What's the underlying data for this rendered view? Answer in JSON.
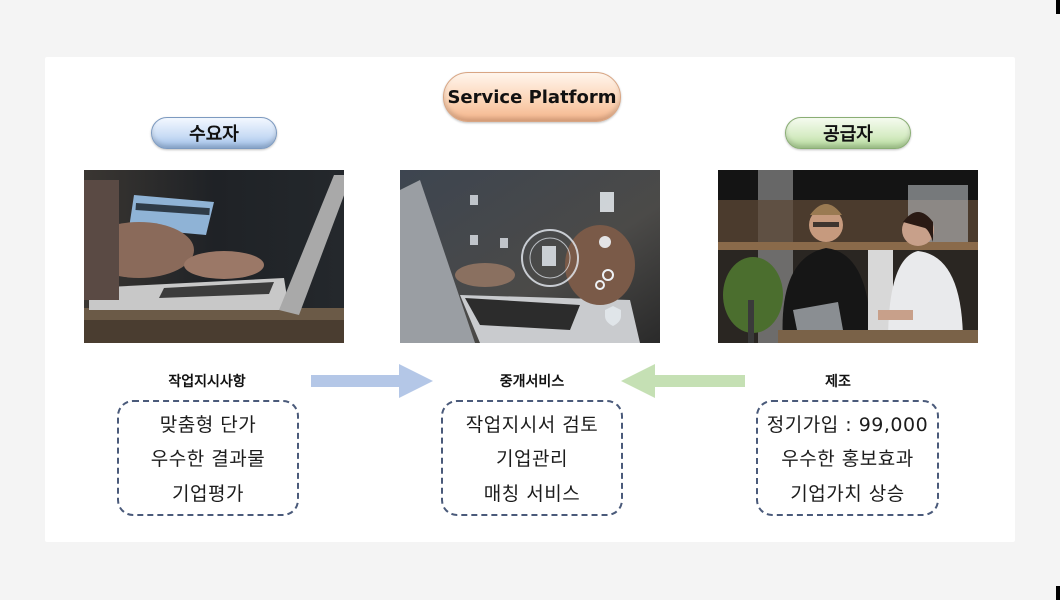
{
  "title_pill": {
    "label": "Service Platform",
    "color": "#f8c7a3"
  },
  "columns": [
    {
      "id": "demand",
      "pill_label": "수요자",
      "pill_color": "#c9dcf5",
      "photo": "hands-laptop-credit-card-photo",
      "heading": "작업지시사항",
      "items": [
        "맞춤형 단가",
        "우수한 결과물",
        "기업평가"
      ]
    },
    {
      "id": "platform",
      "photo": "laptop-digital-documents-photo",
      "heading": "중개서비스",
      "items": [
        "작업지시서 검토",
        "기업관리",
        "매칭 서비스"
      ]
    },
    {
      "id": "supply",
      "pill_label": "공급자",
      "pill_color": "#d6ecc4",
      "photo": "business-people-tablet-photo",
      "heading": "제조",
      "items": [
        "정기가입 : 99,000",
        "우수한 홍보효과",
        "기업가치 상승"
      ]
    }
  ],
  "arrows": [
    {
      "direction": "right",
      "from": "demand",
      "to": "platform",
      "color": "#b4c7e7"
    },
    {
      "direction": "left",
      "from": "supply",
      "to": "platform",
      "color": "#c5e0b4"
    }
  ]
}
